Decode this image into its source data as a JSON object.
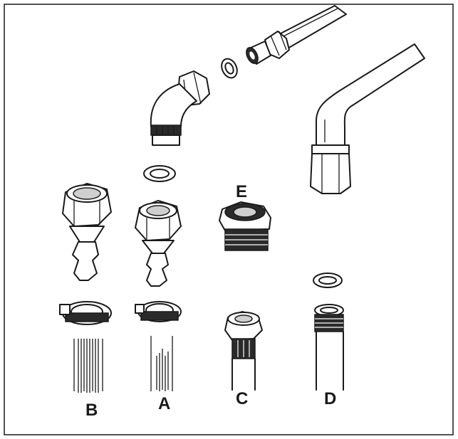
{
  "labels": {
    "b": "B",
    "a": "A",
    "c": "C",
    "d": "D",
    "e": "E"
  }
}
